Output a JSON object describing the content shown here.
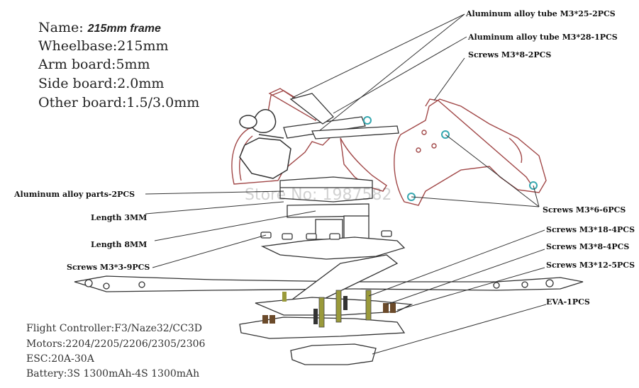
{
  "specs_top": [
    {
      "label": "Name:",
      "value": "215mm frame"
    },
    {
      "label": "Wheelbase:",
      "value": "215mm"
    },
    {
      "label": "Arm board:",
      "value": "5mm"
    },
    {
      "label": "Side board:",
      "value": "2.0mm"
    },
    {
      "label": "Other board:",
      "value": "1.5/3.0mm"
    }
  ],
  "specs_bottom": [
    "Flight Controller:F3/Naze32/CC3D",
    "Motors:2204/2205/2206/2305/2306",
    "ESC:20A-30A",
    "Battery:3S 1300mAh-4S 1300mAh"
  ],
  "callouts": {
    "tube_25": "Aluminum alloy tube M3*25-2PCS",
    "tube_28": "Aluminum alloy tube M3*28-1PCS",
    "screws_m3_8_2": "Screws M3*8-2PCS",
    "aluminum_parts": "Aluminum alloy parts-2PCS",
    "screws_m3_6": "Screws M3*6-6PCS",
    "length_3": "Length 3MM",
    "screws_m3_18": "Screws M3*18-4PCS",
    "length_8": "Length 8MM",
    "screws_m3_8_4": "Screws M3*8-4PCS",
    "screws_m3_3": "Screws M3*3-9PCS",
    "screws_m3_12": "Screws M3*12-5PCS",
    "eva": "EVA-1PCS"
  },
  "watermark": "Store No: 1987582",
  "colors": {
    "frame_red": "#a14848",
    "frame_dark": "#333333",
    "screw_cyan": "#36a8b0",
    "standoff_olive": "#9a9a3a",
    "standoff_brown": "#6b4a2a"
  }
}
